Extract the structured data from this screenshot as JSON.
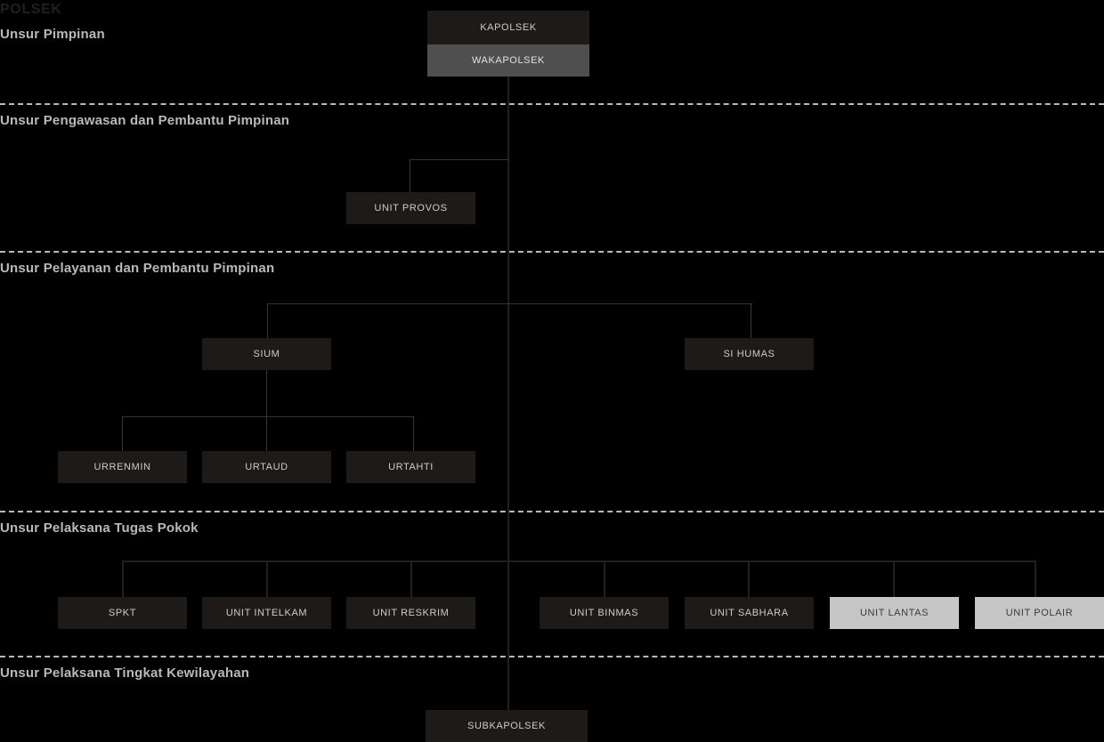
{
  "title": "POLSEK",
  "sections": [
    {
      "id": "pimpinan",
      "label": "Unsur Pimpinan"
    },
    {
      "id": "pengawasan",
      "label": "Unsur Pengawasan dan Pembantu Pimpinan"
    },
    {
      "id": "pelayanan",
      "label": "Unsur Pelayanan dan Pembantu Pimpinan"
    },
    {
      "id": "pelaksana",
      "label": "Unsur Pelaksana Tugas Pokok"
    },
    {
      "id": "kewilayahan",
      "label": "Unsur Pelaksana Tingkat Kewilayahan"
    }
  ],
  "nodes": {
    "kapolsek": "KAPOLSEK",
    "wakapolsek": "WAKAPOLSEK",
    "unit_provos": "UNIT PROVOS",
    "sium": "SIUM",
    "si_humas": "SI HUMAS",
    "urrenmin": "URRENMIN",
    "urtaud": "URTAUD",
    "urtahti": "URTAHTI",
    "spkt": "SPKT",
    "unit_intelkam": "UNIT INTELKAM",
    "unit_reskrim": "UNIT RESKRIM",
    "unit_binmas": "UNIT BINMAS",
    "unit_sabhara": "UNIT SABHARA",
    "unit_lantas": "UNIT LANTAS",
    "unit_polair": "UNIT POLAIR",
    "subkapolsek": "SUBKAPOLSEK"
  },
  "colors": {
    "background": "#000000",
    "box_dark": "#1e1a17",
    "box_gray": "#4f4f4f",
    "box_light": "#c6c6c6",
    "label_text": "#b9b9b9",
    "title_text": "#231f1c",
    "connector": "#231f1c"
  }
}
